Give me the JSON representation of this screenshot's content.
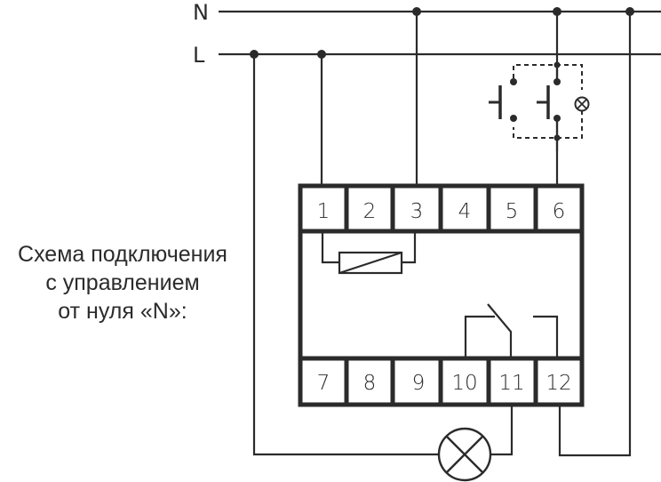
{
  "bus_labels": {
    "neutral": "N",
    "line": "L"
  },
  "caption": {
    "line1": "Схема подключения",
    "line2": "с управлением",
    "line3": "от нуля «N»:"
  },
  "terminals_top": [
    "1",
    "2",
    "3",
    "4",
    "5",
    "6"
  ],
  "terminals_bottom": [
    "7",
    "8",
    "9",
    "10",
    "11",
    "12"
  ],
  "colors": {
    "ink": "#2b2b2b",
    "background": "#ffffff"
  }
}
